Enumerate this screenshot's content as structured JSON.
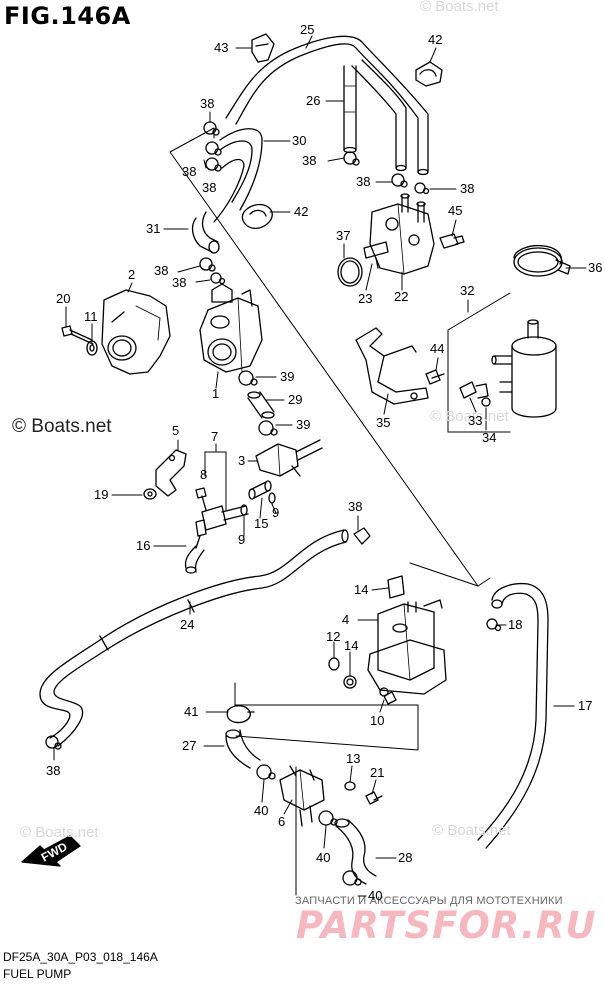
{
  "figure": {
    "title": "FIG.146A",
    "code": "DF25A_30A_P03_018_146A",
    "name": "FUEL PUMP"
  },
  "watermarks": {
    "main": "© Boats.net",
    "faint": [
      "© Boats.net",
      "© Boats.net",
      "© Boats.net",
      "© Boats.net"
    ]
  },
  "branding": {
    "tagline": "ЗАПЧАСТИ И АКСЕССУАРЫ ДЛЯ МОТОТЕХНИКИ",
    "logo": "PARTSFOR.RU"
  },
  "fwd_label": "FWD",
  "callouts": [
    {
      "id": "25",
      "text": "25"
    },
    {
      "id": "43",
      "text": "43"
    },
    {
      "id": "42a",
      "text": "42"
    },
    {
      "id": "26",
      "text": "26"
    },
    {
      "id": "38a",
      "text": "38"
    },
    {
      "id": "30",
      "text": "30"
    },
    {
      "id": "38b",
      "text": "38"
    },
    {
      "id": "38c",
      "text": "38"
    },
    {
      "id": "38d",
      "text": "38"
    },
    {
      "id": "38e",
      "text": "38"
    },
    {
      "id": "38f",
      "text": "38"
    },
    {
      "id": "45",
      "text": "45"
    },
    {
      "id": "42b",
      "text": "42"
    },
    {
      "id": "31",
      "text": "31"
    },
    {
      "id": "37",
      "text": "37"
    },
    {
      "id": "36",
      "text": "36"
    },
    {
      "id": "38g",
      "text": "38"
    },
    {
      "id": "38h",
      "text": "38"
    },
    {
      "id": "2",
      "text": "2"
    },
    {
      "id": "23",
      "text": "23"
    },
    {
      "id": "22",
      "text": "22"
    },
    {
      "id": "32",
      "text": "32"
    },
    {
      "id": "20",
      "text": "20"
    },
    {
      "id": "11",
      "text": "11"
    },
    {
      "id": "44",
      "text": "44"
    },
    {
      "id": "1",
      "text": "1"
    },
    {
      "id": "39a",
      "text": "39"
    },
    {
      "id": "29",
      "text": "29"
    },
    {
      "id": "35",
      "text": "35"
    },
    {
      "id": "33",
      "text": "33"
    },
    {
      "id": "34",
      "text": "34"
    },
    {
      "id": "5",
      "text": "5"
    },
    {
      "id": "7",
      "text": "7"
    },
    {
      "id": "39b",
      "text": "39"
    },
    {
      "id": "3",
      "text": "3"
    },
    {
      "id": "8",
      "text": "8"
    },
    {
      "id": "19",
      "text": "19"
    },
    {
      "id": "15",
      "text": "15"
    },
    {
      "id": "9a",
      "text": "9"
    },
    {
      "id": "9b",
      "text": "9"
    },
    {
      "id": "38i",
      "text": "38"
    },
    {
      "id": "16",
      "text": "16"
    },
    {
      "id": "14a",
      "text": "14"
    },
    {
      "id": "4",
      "text": "4"
    },
    {
      "id": "18",
      "text": "18"
    },
    {
      "id": "24",
      "text": "24"
    },
    {
      "id": "12",
      "text": "12"
    },
    {
      "id": "14b",
      "text": "14"
    },
    {
      "id": "17",
      "text": "17"
    },
    {
      "id": "10",
      "text": "10"
    },
    {
      "id": "41",
      "text": "41"
    },
    {
      "id": "27",
      "text": "27"
    },
    {
      "id": "13",
      "text": "13"
    },
    {
      "id": "21",
      "text": "21"
    },
    {
      "id": "38j",
      "text": "38"
    },
    {
      "id": "40a",
      "text": "40"
    },
    {
      "id": "6",
      "text": "6"
    },
    {
      "id": "40b",
      "text": "40"
    },
    {
      "id": "28",
      "text": "28"
    },
    {
      "id": "40c",
      "text": "40"
    }
  ]
}
